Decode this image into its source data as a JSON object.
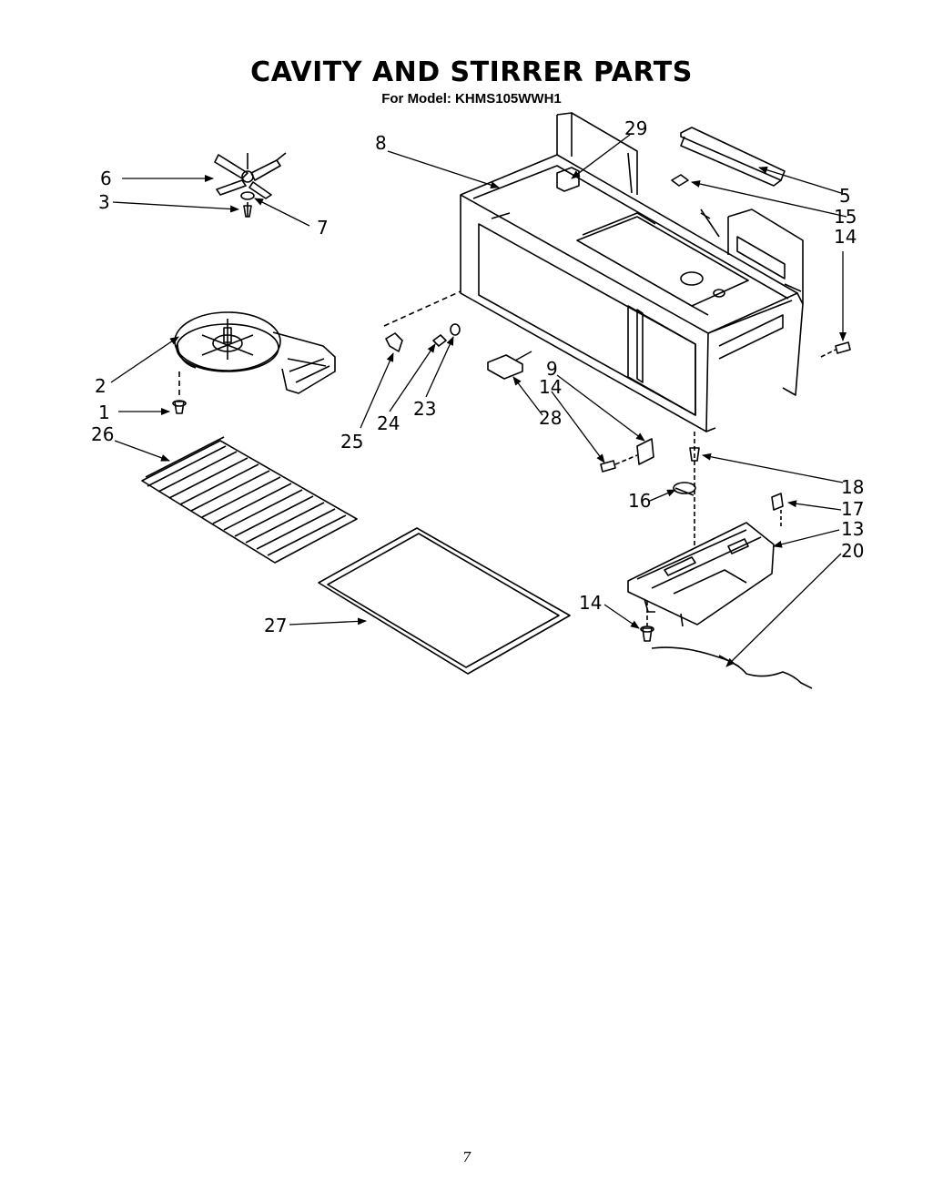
{
  "title": "CAVITY AND STIRRER PARTS",
  "subtitle": "For Model: KHMS105WWH1",
  "page_number": "7",
  "callouts": {
    "c1": "1",
    "c2": "2",
    "c3": "3",
    "c5": "5",
    "c6": "6",
    "c7": "7",
    "c8": "8",
    "c9": "9",
    "c13": "13",
    "c14a": "14",
    "c14b": "14",
    "c14c": "14",
    "c15": "15",
    "c16": "16",
    "c17": "17",
    "c18": "18",
    "c20": "20",
    "c23": "23",
    "c24": "24",
    "c25": "25",
    "c26": "26",
    "c27": "27",
    "c28": "28",
    "c29": "29"
  }
}
